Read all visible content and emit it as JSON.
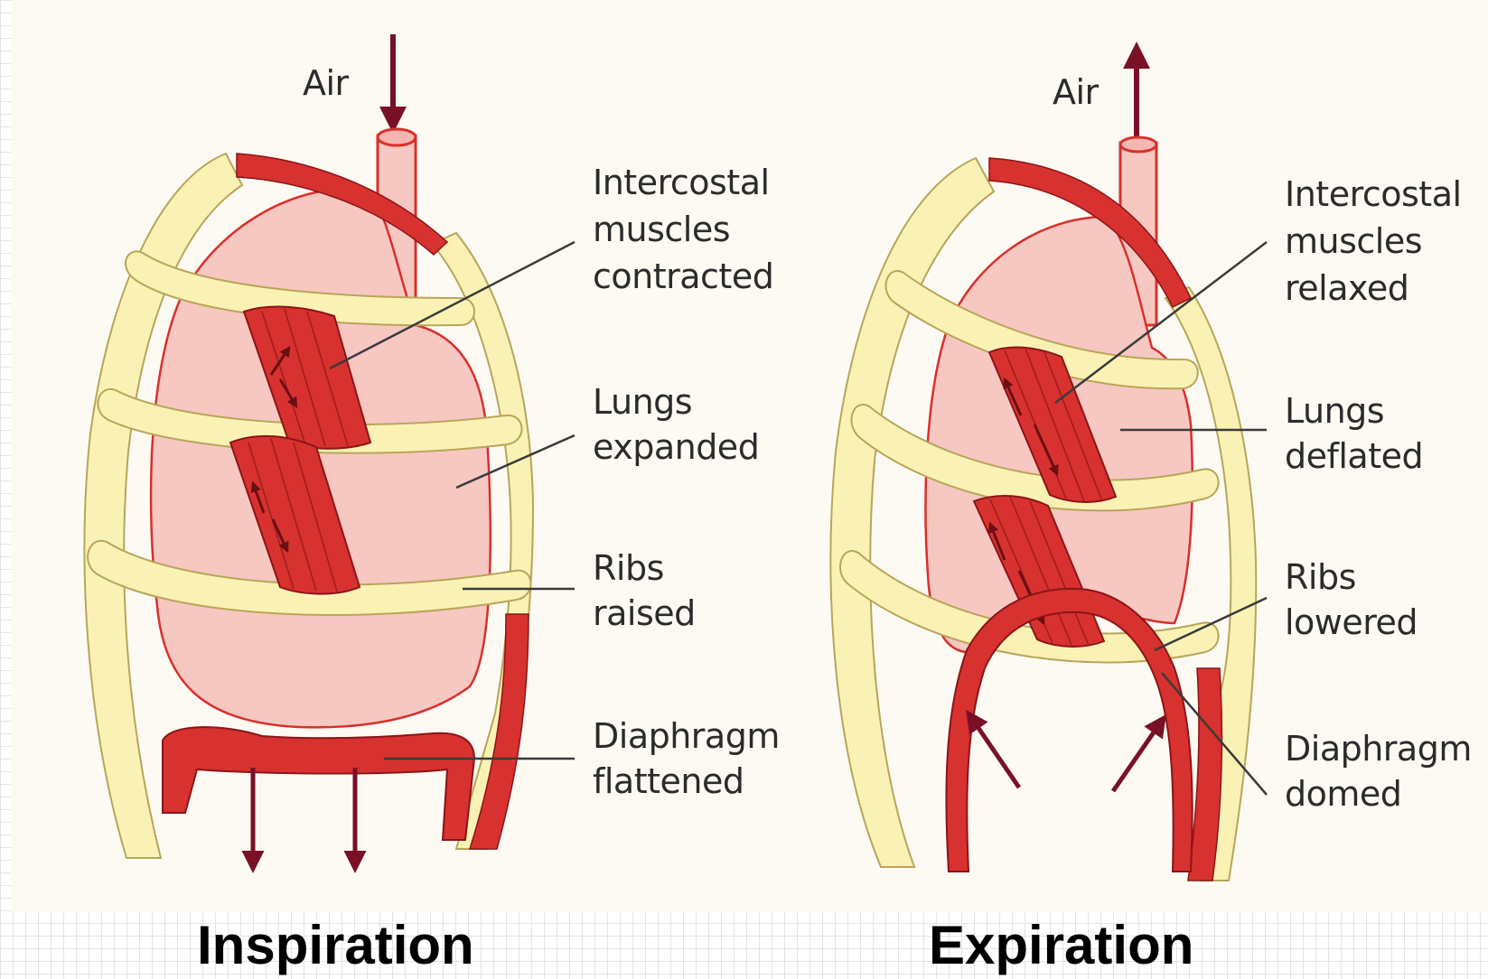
{
  "colors": {
    "rib": "#faf2b4",
    "rib_stroke": "#b9a55a",
    "muscle": "#d7322f",
    "muscle_dark": "#8c1418",
    "lung": "#f7c7c2",
    "lung_stroke": "#d8302c",
    "arrow": "#7a1026",
    "leader": "#3a3a3a",
    "panel": "#fcfaf3"
  },
  "inspiration": {
    "caption": "Inspiration",
    "air_label": "Air",
    "air_direction": "in",
    "labels": {
      "intercostal": [
        "Intercostal",
        "muscles",
        "contracted"
      ],
      "lungs": [
        "Lungs",
        "expanded"
      ],
      "ribs": [
        "Ribs",
        "raised"
      ],
      "diaphragm": [
        "Diaphragm",
        "flattened"
      ]
    }
  },
  "expiration": {
    "caption": "Expiration",
    "air_label": "Air",
    "air_direction": "out",
    "labels": {
      "intercostal": [
        "Intercostal",
        "muscles",
        "relaxed"
      ],
      "lungs": [
        "Lungs",
        "deflated"
      ],
      "ribs": [
        "Ribs",
        "lowered"
      ],
      "diaphragm": [
        "Diaphragm",
        "domed"
      ]
    }
  }
}
